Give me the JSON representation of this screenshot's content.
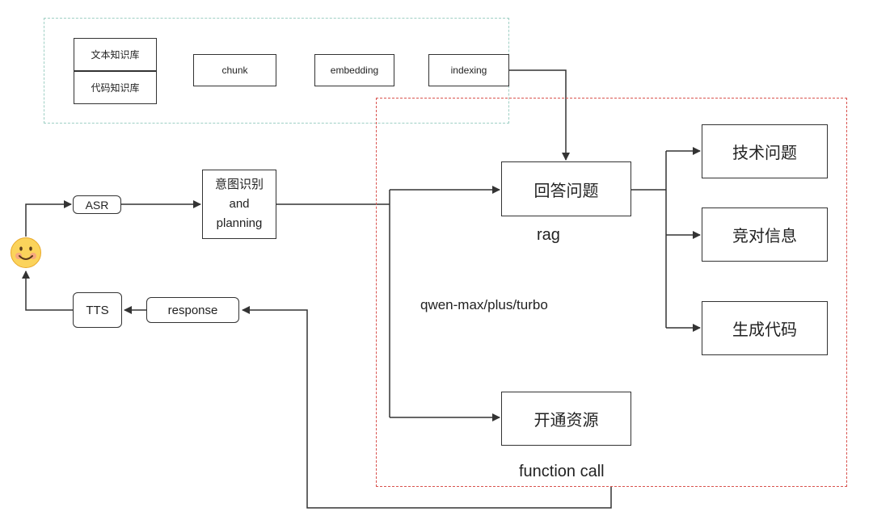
{
  "nodes": {
    "text_kb": "文本知识库",
    "code_kb": "代码知识库",
    "chunk": "chunk",
    "embedding": "embedding",
    "indexing": "indexing",
    "asr": "ASR",
    "intent": [
      "意图识别",
      "and",
      "planning"
    ],
    "answer": "回答问题",
    "tech_q": "技术问题",
    "competitor": "竞对信息",
    "gen_code": "生成代码",
    "provision": "开通资源",
    "response": "response",
    "tts": "TTS"
  },
  "labels": {
    "rag": "rag",
    "model": "qwen-max/plus/turbo",
    "function_call": "function call"
  },
  "icons": {
    "user": "smiley-face-icon"
  },
  "colors": {
    "index_region_border": "#9ecfc4",
    "llm_region_border": "#d9534f",
    "stroke": "#333333"
  }
}
